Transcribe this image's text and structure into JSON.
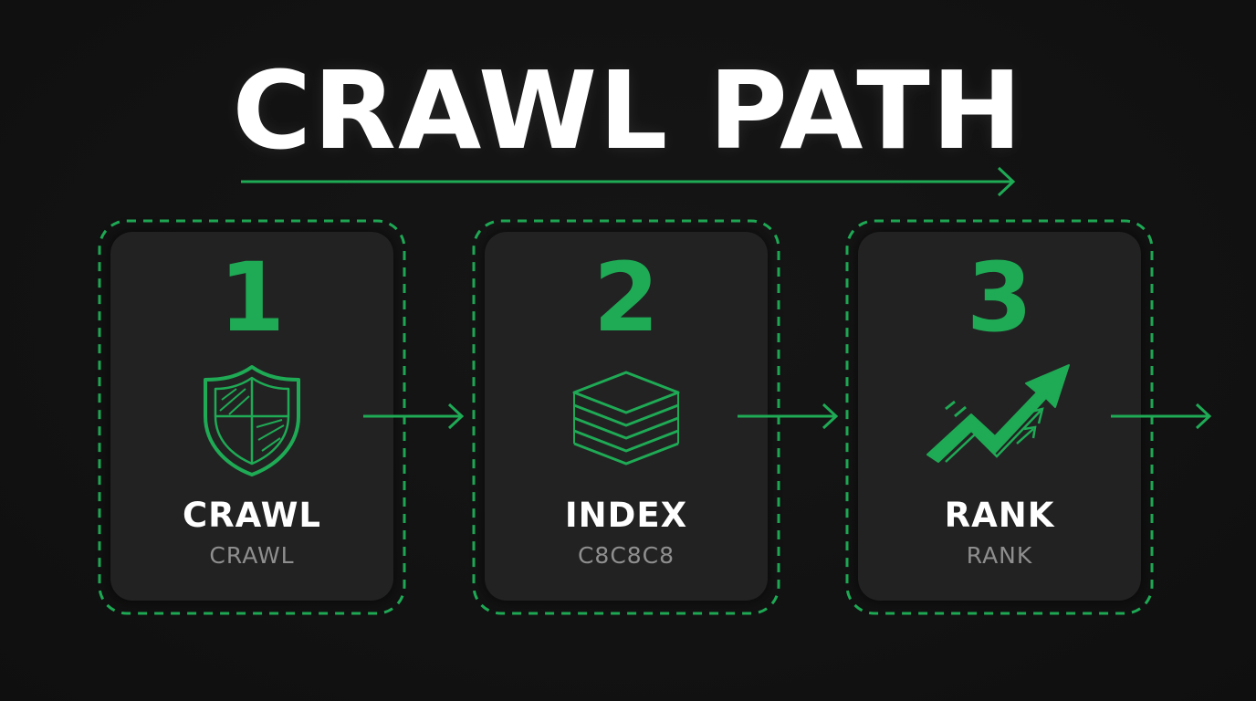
{
  "title": "CRAWL PATH",
  "colors": {
    "background": "#121212",
    "card": "#222222",
    "accent": "#1faa55",
    "title": "#ffffff",
    "sublabel": "#8e8e8e"
  },
  "steps": [
    {
      "number": "1",
      "label": "CRAWL",
      "sublabel": "CRAWL",
      "icon": "shield-icon"
    },
    {
      "number": "2",
      "label": "INDEX",
      "sublabel": "C8C8C8",
      "icon": "layers-stack-icon"
    },
    {
      "number": "3",
      "label": "RANK",
      "sublabel": "RANK",
      "icon": "trending-up-arrow-icon"
    }
  ]
}
